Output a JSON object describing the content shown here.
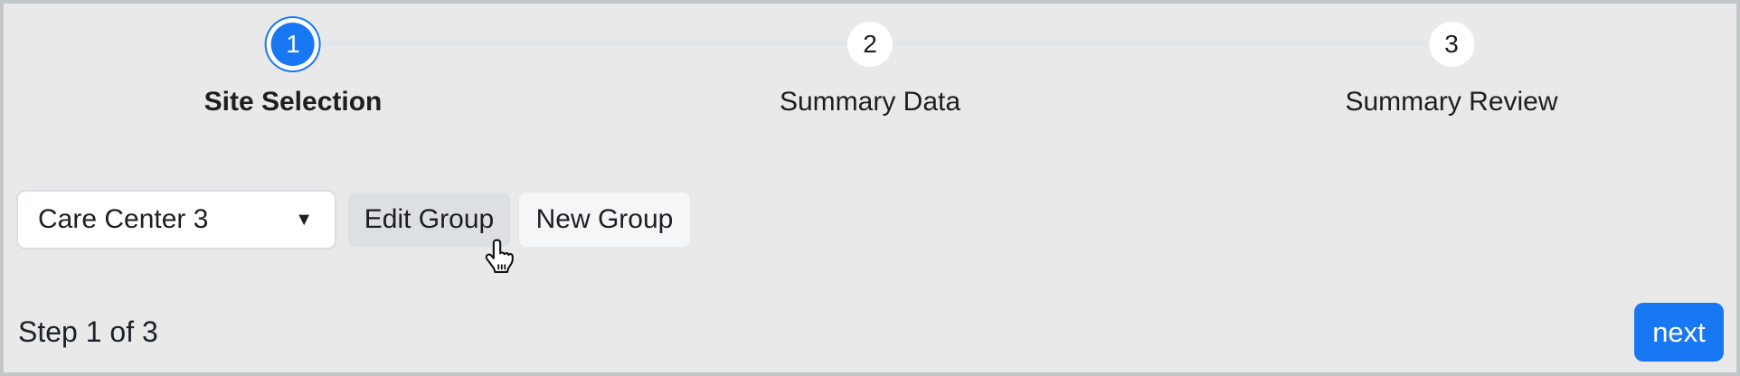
{
  "theme": {
    "background": "#e9e9e9",
    "frame_border": "#c2c8ca",
    "accent_blue": "#1877f2",
    "text_dark": "#1c1e21",
    "connector_line": "#e2e6ea",
    "edit_button_bg": "#dce0e4",
    "new_button_bg": "#f5f6f7"
  },
  "stepper": {
    "steps": [
      {
        "number": "1",
        "label": "Site Selection",
        "active": true
      },
      {
        "number": "2",
        "label": "Summary Data",
        "active": false
      },
      {
        "number": "3",
        "label": "Summary Review",
        "active": false
      }
    ]
  },
  "controls": {
    "group_select_value": "Care Center 3",
    "dropdown_caret": "▼",
    "edit_group_label": "Edit Group",
    "new_group_label": "New Group"
  },
  "footer": {
    "step_indicator": "Step 1 of 3",
    "next_label": "next"
  }
}
